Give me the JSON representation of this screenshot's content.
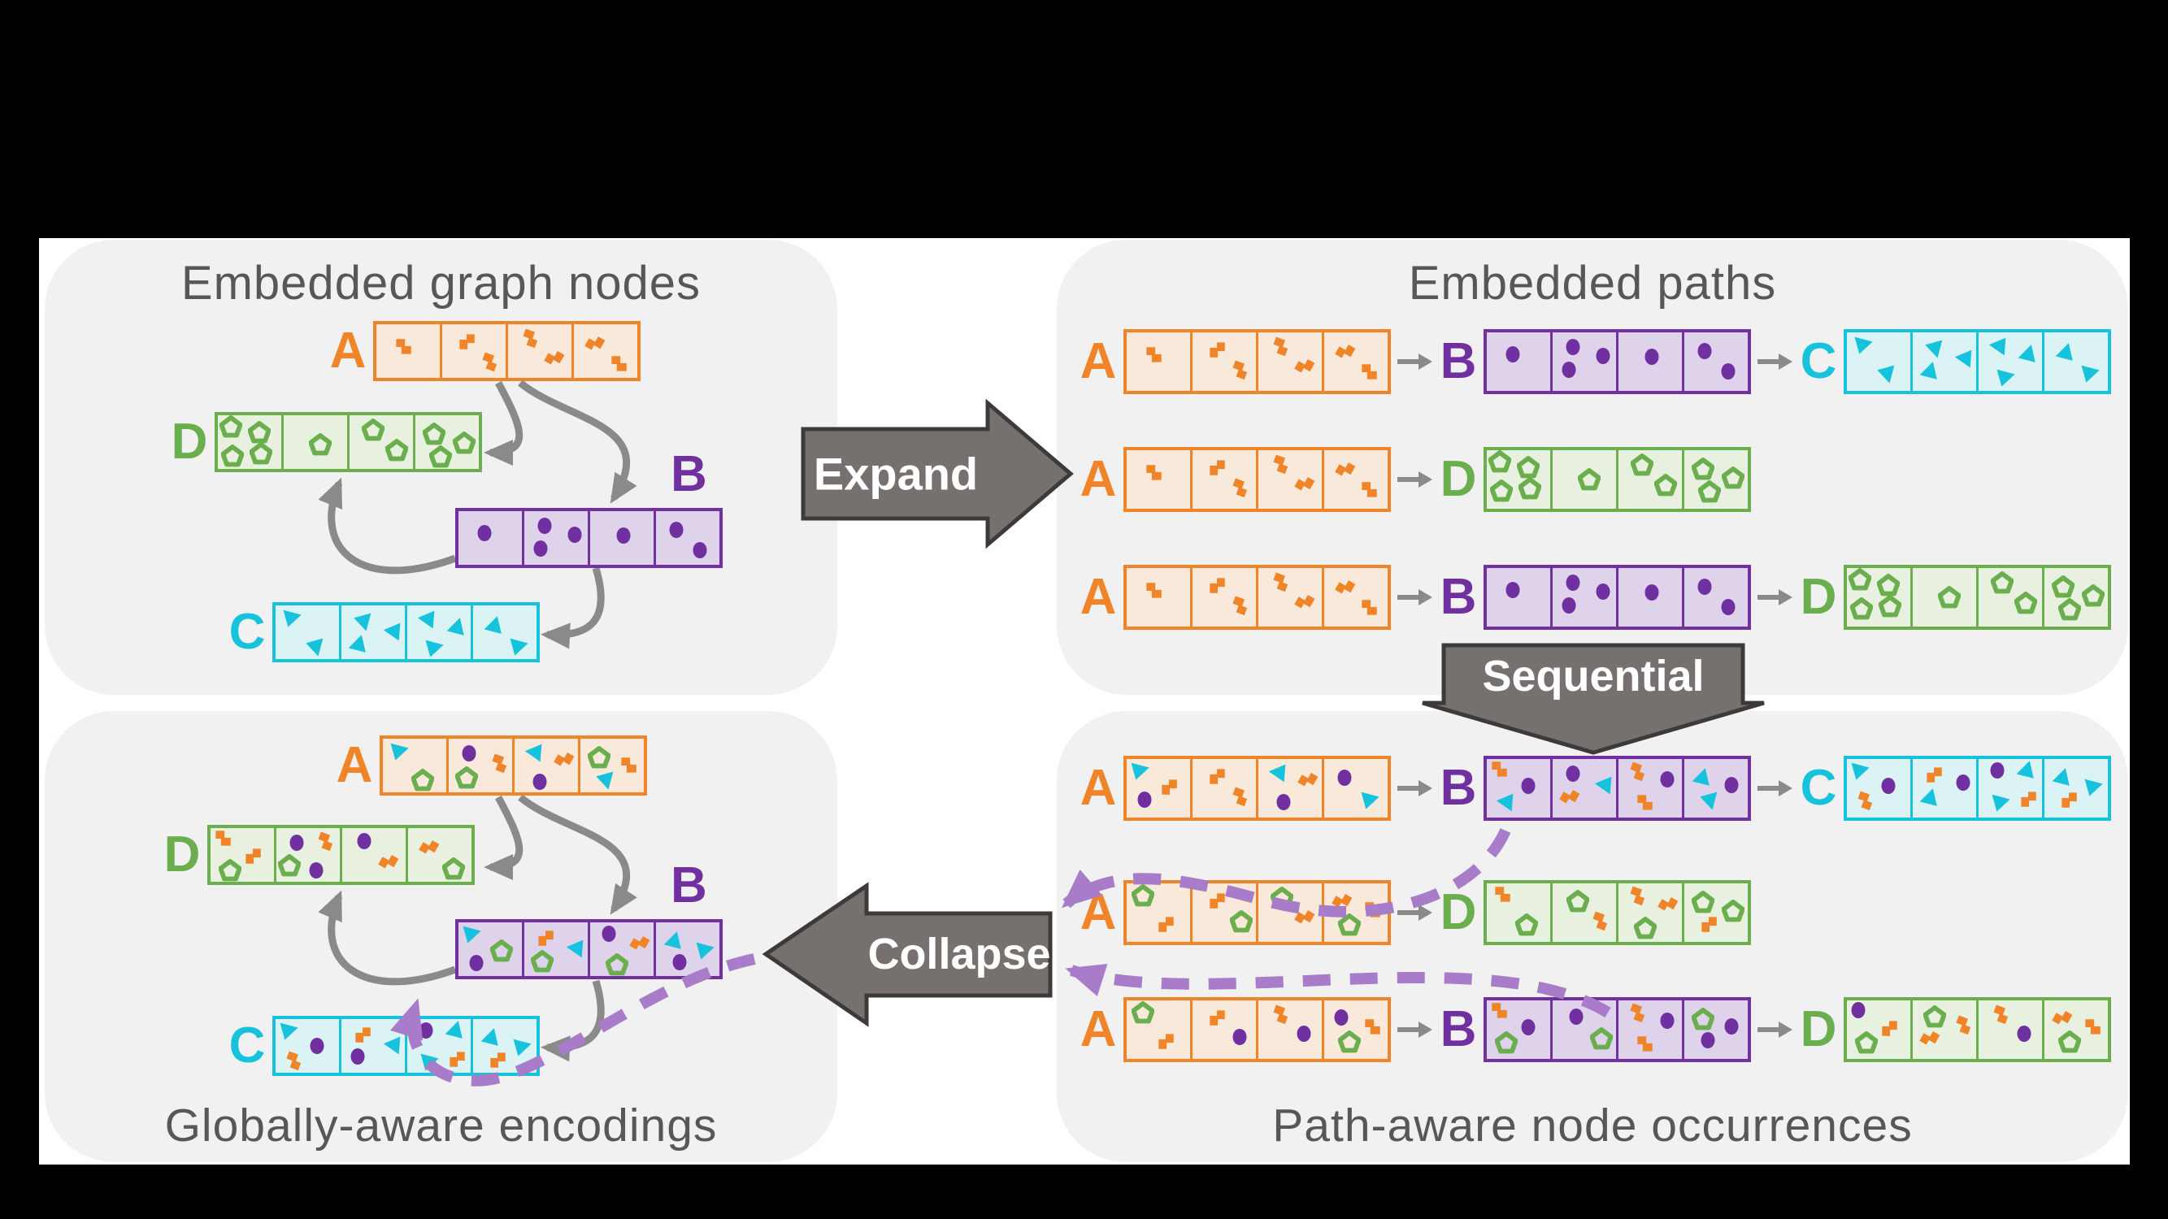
{
  "colors": {
    "page_bg": "#000000",
    "canvas_bg": "#FFFFFF",
    "panel_bg": "#F1F1F1",
    "title_text": "#575757",
    "block_arrow_fill": "#76716F",
    "block_arrow_stroke": "#3E3A39",
    "block_arrow_text": "#FFFFFF",
    "connector_gray": "#8A8A8A",
    "dashed_purple": "#A87CC8",
    "orange": "#F08429",
    "purple": "#7030A0",
    "cyan": "#17C3DC",
    "green": "#6AAE4E"
  },
  "node_styles": {
    "A": {
      "border": "#F08429",
      "fill": "#F9E9DB",
      "label": "#F08429"
    },
    "B": {
      "border": "#7030A0",
      "fill": "#DFD3EB",
      "label": "#7030A0"
    },
    "C": {
      "border": "#17C3DC",
      "fill": "#DCF3F6",
      "label": "#17C3DC"
    },
    "D": {
      "border": "#6AAE4E",
      "fill": "#E8F0DF",
      "label": "#6AAE4E"
    }
  },
  "glyph_colors": {
    "z": "#F08429",
    "d": "#7030A0",
    "t": "#17C3DC",
    "p": "#6AAE4E"
  },
  "glyph_legend": {
    "z": "orange-step",
    "d": "purple-dot",
    "t": "cyan-triangle",
    "p": "green-pentagon"
  },
  "panels": {
    "top_left": {
      "title": "Embedded graph nodes",
      "rows": [
        {
          "label": "A",
          "cells": [
            "z",
            "zz",
            "zz",
            "zz"
          ]
        },
        {
          "label": "D",
          "cells": [
            "pppp",
            "p",
            "pp",
            "ppp"
          ]
        },
        {
          "label": "B",
          "cells": [
            "d",
            "ddd",
            "d",
            "dd"
          ]
        },
        {
          "label": "C",
          "cells": [
            "tt",
            "ttt",
            "ttt",
            "tt"
          ]
        }
      ]
    },
    "top_right": {
      "title": "Embedded paths",
      "rows": [
        {
          "segments": [
            {
              "label": "A",
              "cells": [
                "z",
                "zz",
                "zz",
                "zz"
              ]
            },
            {
              "label": "B",
              "cells": [
                "d",
                "ddd",
                "d",
                "dd"
              ]
            },
            {
              "label": "C",
              "cells": [
                "tt",
                "ttt",
                "ttt",
                "tt"
              ]
            }
          ]
        },
        {
          "segments": [
            {
              "label": "A",
              "cells": [
                "z",
                "zz",
                "zz",
                "zz"
              ]
            },
            {
              "label": "D",
              "cells": [
                "pppp",
                "p",
                "pp",
                "ppp"
              ]
            }
          ]
        },
        {
          "segments": [
            {
              "label": "A",
              "cells": [
                "z",
                "zz",
                "zz",
                "zz"
              ]
            },
            {
              "label": "B",
              "cells": [
                "d",
                "ddd",
                "d",
                "dd"
              ]
            },
            {
              "label": "D",
              "cells": [
                "pppp",
                "p",
                "pp",
                "ppp"
              ]
            }
          ]
        }
      ]
    },
    "bottom_right": {
      "title": "Path-aware node occurrences",
      "rows": [
        {
          "segments": [
            {
              "label": "A",
              "cells": [
                "tzd",
                "zz",
                "tzd",
                "dt"
              ]
            },
            {
              "label": "B",
              "cells": [
                "zdt",
                "dtz",
                "zdz",
                "tdt"
              ]
            },
            {
              "label": "C",
              "cells": [
                "tdz",
                "zdt",
                "dttz",
                "ttz"
              ]
            }
          ]
        },
        {
          "segments": [
            {
              "label": "A",
              "cells": [
                "pz",
                "zp",
                "pz",
                "zzp"
              ]
            },
            {
              "label": "D",
              "cells": [
                "zp",
                "pz",
                "zzp",
                "ppz"
              ]
            }
          ]
        },
        {
          "segments": [
            {
              "label": "A",
              "cells": [
                "pz",
                "zd",
                "zd",
                "dzp"
              ]
            },
            {
              "label": "B",
              "cells": [
                "zdp",
                "dp",
                "zdz",
                "pdd"
              ]
            },
            {
              "label": "D",
              "cells": [
                "dzp",
                "pzz",
                "zd",
                "zzp"
              ]
            }
          ]
        }
      ]
    },
    "bottom_left": {
      "title": "Globally-aware encodings",
      "rows": [
        {
          "label": "A",
          "cells": [
            "tp",
            "dzp",
            "tzd",
            "pzt"
          ]
        },
        {
          "label": "D",
          "cells": [
            "zzp",
            "dzpd",
            "dz",
            "zp"
          ]
        },
        {
          "label": "B",
          "cells": [
            "tpd",
            "ztp",
            "dzp",
            "ttd"
          ]
        },
        {
          "label": "C",
          "cells": [
            "tdz",
            "ztd",
            "dttz",
            "ttz"
          ]
        }
      ]
    }
  },
  "arrows": {
    "expand": "Expand",
    "sequential": "Sequential",
    "collapse": "Collapse"
  }
}
